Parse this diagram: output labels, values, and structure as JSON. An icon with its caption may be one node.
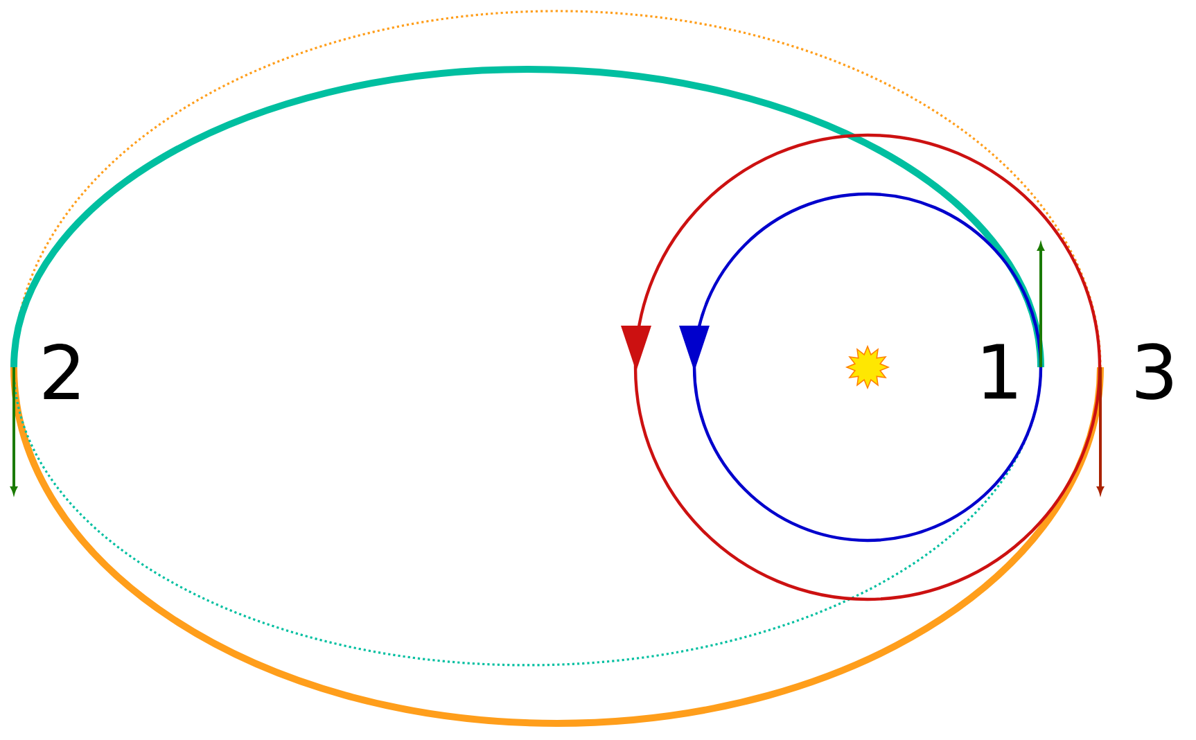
{
  "diagram": {
    "labels": [
      "2",
      "1",
      "3"
    ]
  }
}
